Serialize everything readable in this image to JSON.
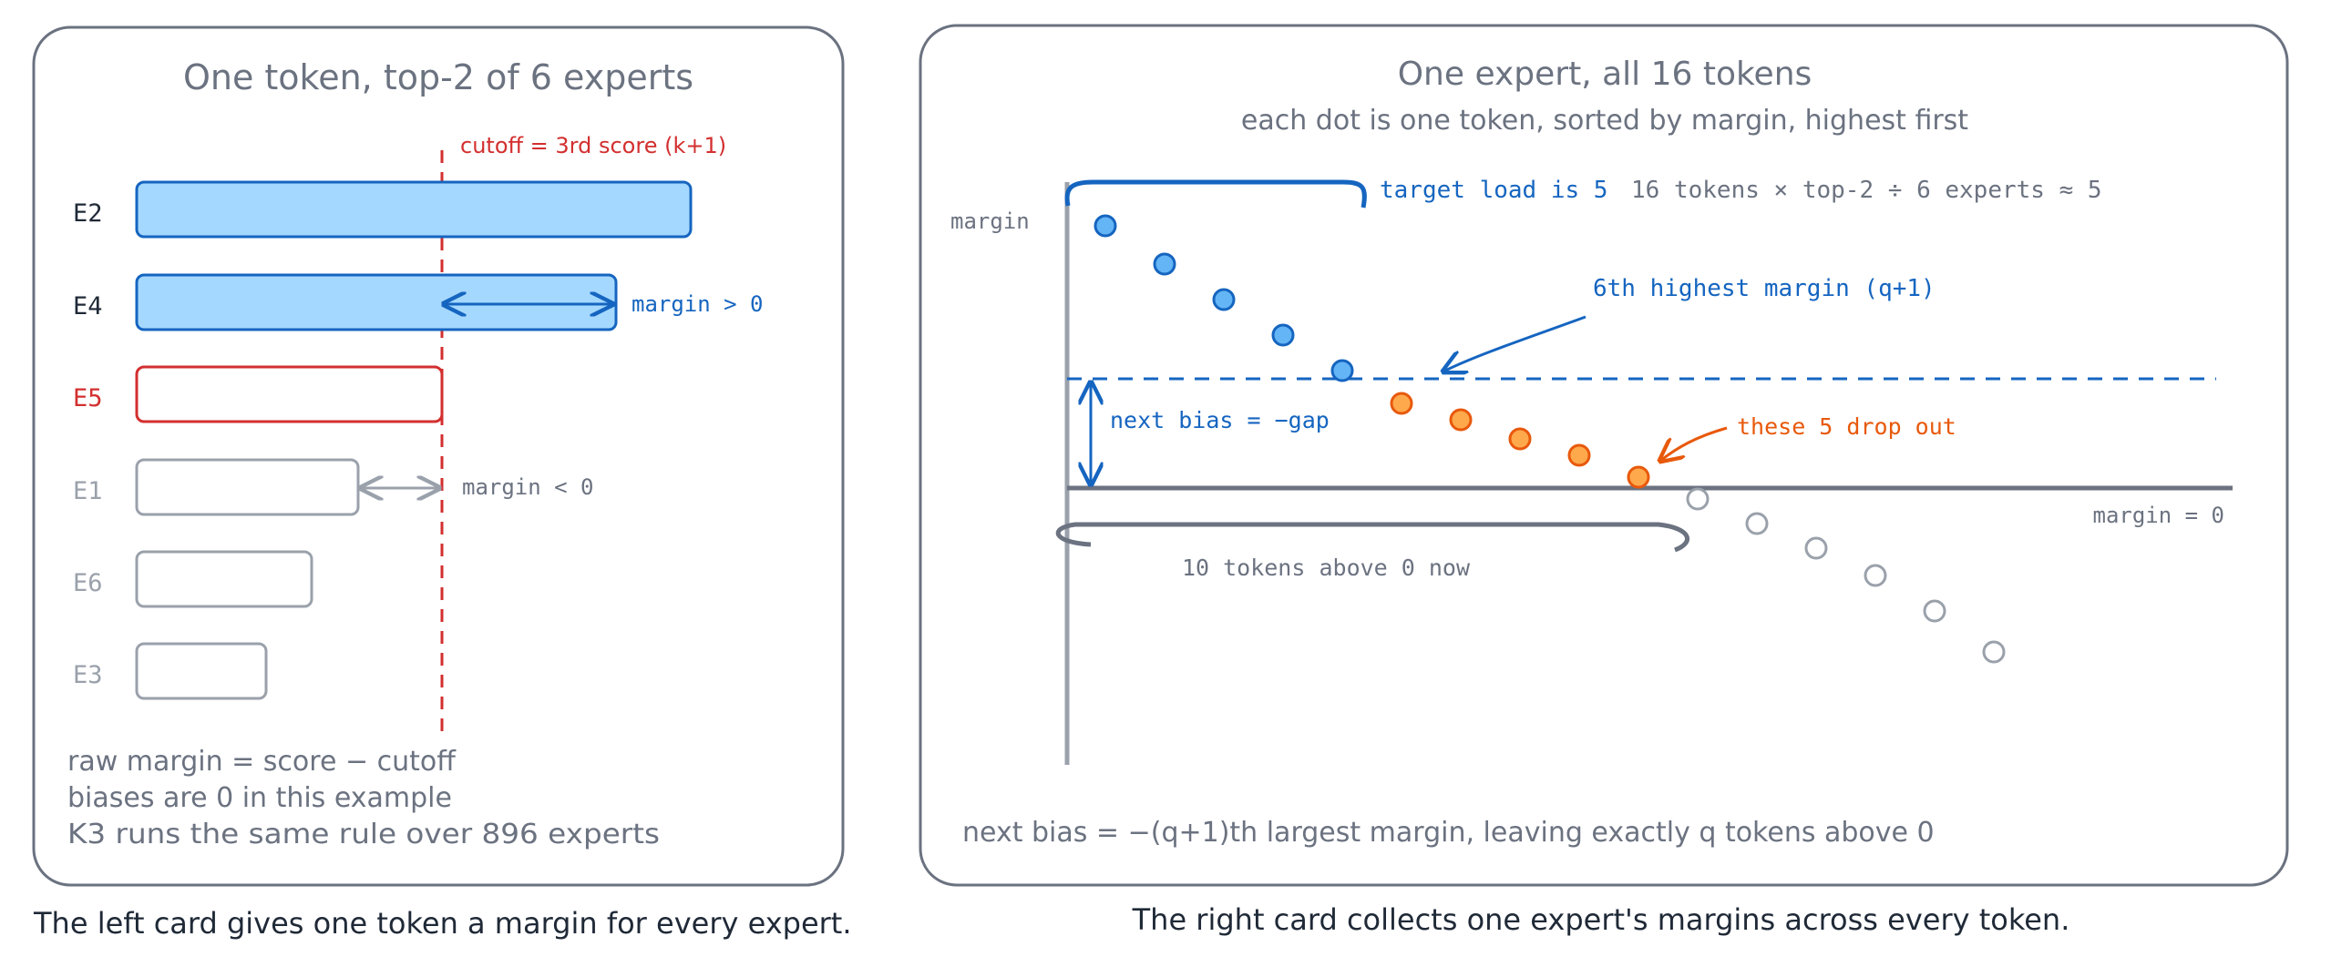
{
  "left_card": {
    "title": "One token, top-2 of 6 experts",
    "cutoff_label": "cutoff = 3rd score (k+1)",
    "experts": [
      {
        "label": "E2",
        "status": "selected"
      },
      {
        "label": "E4",
        "status": "selected"
      },
      {
        "label": "E5",
        "status": "cutoff"
      },
      {
        "label": "E1",
        "status": "below"
      },
      {
        "label": "E6",
        "status": "below"
      },
      {
        "label": "E3",
        "status": "below"
      }
    ],
    "margin_pos_label": "margin > 0",
    "margin_neg_label": "margin < 0",
    "notes": [
      "raw margin = score − cutoff",
      "biases are 0 in this example",
      "K3 runs the same rule over 896 experts"
    ]
  },
  "right_card": {
    "title": "One expert, all 16 tokens",
    "subtitle": "each dot is one token, sorted by margin, highest first",
    "y_axis_label": "margin",
    "target_load_label": "target load is 5",
    "target_load_formula": "16 tokens × top-2 ÷ 6 experts ≈ 5",
    "qplus1_label": "6th highest margin (q+1)",
    "next_bias_label": "next bias = −gap",
    "drop_label": "these 5 drop out",
    "zero_label": "margin = 0",
    "above_zero_label": "10 tokens above 0 now",
    "footer_note": "next bias = −(q+1)th largest margin, leaving exactly q tokens above 0"
  },
  "chart_data": {
    "type": "scatter",
    "title": "One expert, all 16 tokens",
    "subtitle": "each dot is one token, sorted by margin, highest first",
    "ylabel": "margin",
    "dot_groups": [
      "stay (blue)",
      "drop out (orange)",
      "below 0 (gray)"
    ],
    "points": [
      {
        "rank": 1,
        "margin_rel": 9.6,
        "group": "stay"
      },
      {
        "rank": 2,
        "margin_rel": 8.2,
        "group": "stay"
      },
      {
        "rank": 3,
        "margin_rel": 6.9,
        "group": "stay"
      },
      {
        "rank": 4,
        "margin_rel": 5.6,
        "group": "stay"
      },
      {
        "rank": 5,
        "margin_rel": 4.3,
        "group": "stay"
      },
      {
        "rank": 6,
        "margin_rel": 3.1,
        "group": "drop"
      },
      {
        "rank": 7,
        "margin_rel": 2.5,
        "group": "drop"
      },
      {
        "rank": 8,
        "margin_rel": 1.8,
        "group": "drop"
      },
      {
        "rank": 9,
        "margin_rel": 1.2,
        "group": "drop"
      },
      {
        "rank": 10,
        "margin_rel": 0.4,
        "group": "drop"
      },
      {
        "rank": 11,
        "margin_rel": -0.4,
        "group": "below"
      },
      {
        "rank": 12,
        "margin_rel": -1.3,
        "group": "below"
      },
      {
        "rank": 13,
        "margin_rel": -2.2,
        "group": "below"
      },
      {
        "rank": 14,
        "margin_rel": -3.2,
        "group": "below"
      },
      {
        "rank": 15,
        "margin_rel": -4.5,
        "group": "below"
      },
      {
        "rank": 16,
        "margin_rel": -6.0,
        "group": "below"
      }
    ],
    "colors": {
      "stay": "#64b5f6",
      "drop": "#ffa94d",
      "below": "#ffffff"
    }
  },
  "captions": {
    "left": "The left card gives one token a margin for every expert.",
    "right": "The right card collects one expert's margins across every token."
  },
  "colors": {
    "blue": "#1565c0",
    "blue_fill": "#a5d8ff",
    "red": "#d32f2f",
    "orange": "#e8590c",
    "orange_fill": "#ffa94d",
    "gray": "#6b7280",
    "light_gray": "#9aa1ab"
  }
}
